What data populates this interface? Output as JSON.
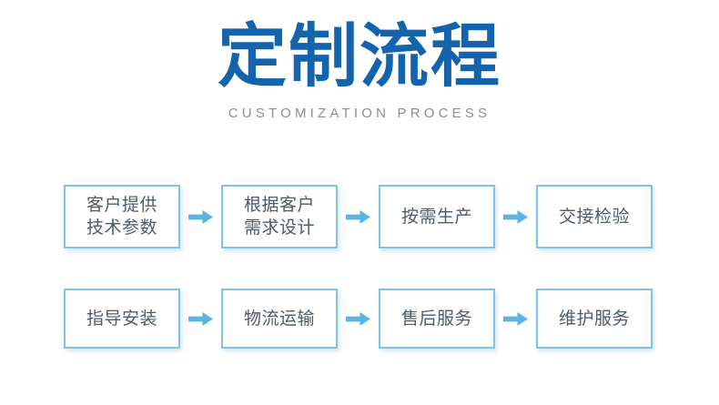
{
  "header": {
    "title": "定制流程",
    "subtitle": "CUSTOMIZATION PROCESS",
    "title_color": "#1464AD",
    "subtitle_color": "#8E8E8E"
  },
  "theme": {
    "background": "#FFFFFF",
    "box_border": "#7FC3E8",
    "box_fill": "#FFFFFF",
    "box_text": "#4C5B6B",
    "arrow_color": "#5BB5E3"
  },
  "flow": {
    "rows": [
      {
        "steps": [
          {
            "label": "客户提供\n技术参数",
            "lines": 2
          },
          {
            "label": "根据客户\n需求设计",
            "lines": 2
          },
          {
            "label": "按需生产",
            "lines": 1
          },
          {
            "label": "交接检验",
            "lines": 1
          }
        ]
      },
      {
        "steps": [
          {
            "label": "指导安装",
            "lines": 1
          },
          {
            "label": "物流运输",
            "lines": 1
          },
          {
            "label": "售后服务",
            "lines": 1
          },
          {
            "label": "维护服务",
            "lines": 1
          }
        ]
      }
    ],
    "arrow_icon": "arrow-right-icon"
  }
}
